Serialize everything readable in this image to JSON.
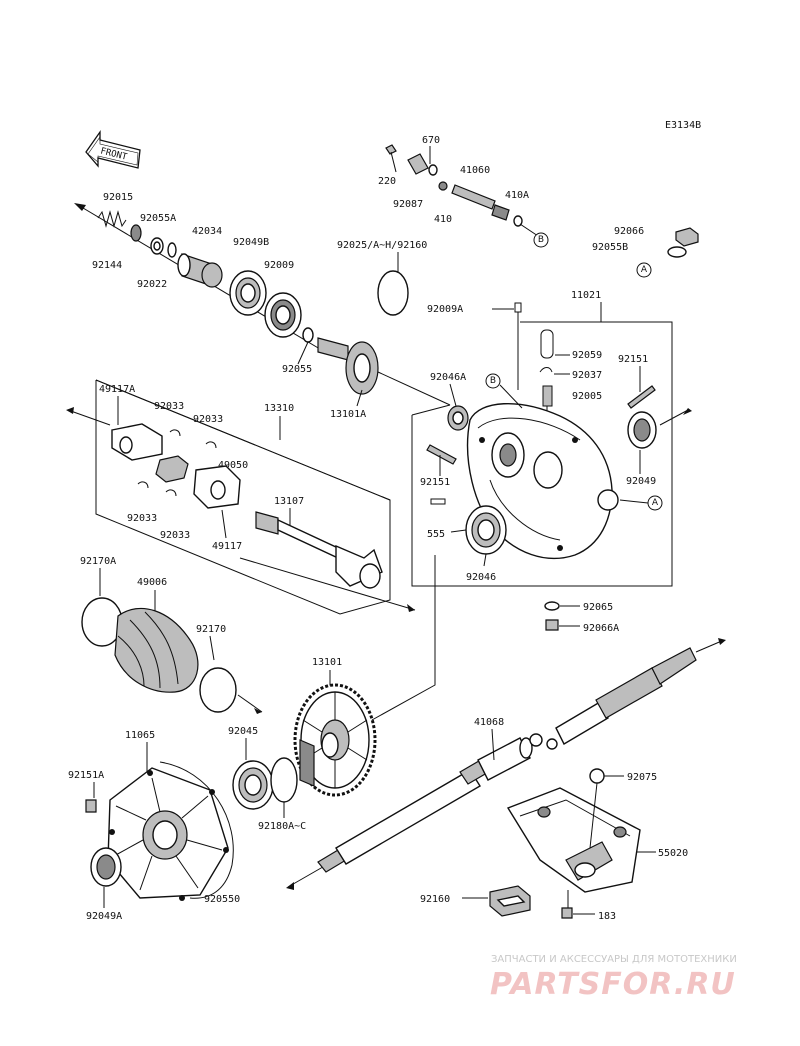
{
  "diagram_code": "E3134B",
  "front_label": "FRONT",
  "part_labels": {
    "p670": "670",
    "p220": "220",
    "p41060": "41060",
    "p92087": "92087",
    "p410": "410",
    "p410A": "410A",
    "p92015": "92015",
    "p92055A": "92055A",
    "p42034": "42034",
    "p92049B": "92049B",
    "p92144": "92144",
    "p92022": "92022",
    "p92009": "92009",
    "p92025": "92025/A~H/92160",
    "p92066": "92066",
    "p92055B": "92055B",
    "p92055": "92055",
    "p13101A": "13101A",
    "p92009A": "92009A",
    "p11021": "11021",
    "p92059": "92059",
    "p92037": "92037",
    "p92151a": "92151",
    "p92005": "92005",
    "p92046A": "92046A",
    "p49117A": "49117A",
    "p92033a": "92033",
    "p92033b": "92033",
    "p13310": "13310",
    "p49050": "49050",
    "p92033c": "92033",
    "p92033d": "92033",
    "p49117": "49117",
    "p13107": "13107",
    "p92151b": "92151",
    "p92049": "92049",
    "p555": "555",
    "p92046": "92046",
    "p92170A": "92170A",
    "p49006": "49006",
    "p92170": "92170",
    "p92065": "92065",
    "p92066A": "92066A",
    "p13101": "13101",
    "p41068": "41068",
    "p11065": "11065",
    "p92045": "92045",
    "p92151A": "92151A",
    "p92180": "92180A~C",
    "p92075": "92075",
    "p55020": "55020",
    "p92160": "92160",
    "p183": "183",
    "p92049A": "92049A",
    "p920550": "920550"
  },
  "reference_marks": {
    "b_top": "B",
    "b_case": "B",
    "a_right": "A",
    "a_case": "A"
  },
  "watermark": {
    "caption": "ЗАПЧАСТИ И АКСЕССУАРЫ ДЛЯ МОТОТЕХНИКИ",
    "brand": "PARTSFOR.RU"
  },
  "colors": {
    "line": "#111111",
    "part_fill": "#bdbdbd",
    "watermark_brand": "#f2c3c3"
  }
}
